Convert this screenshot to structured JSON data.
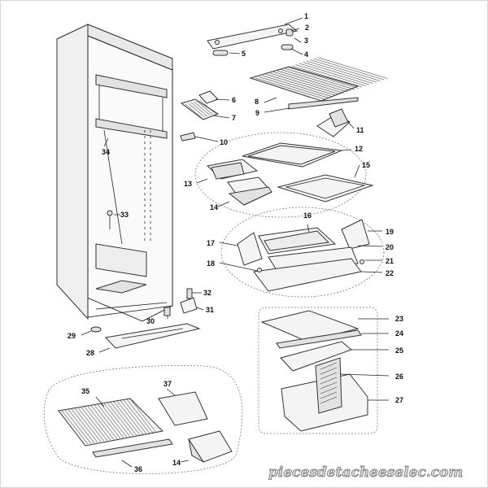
{
  "diagram": {
    "labels": [
      {
        "id": "lbl-1",
        "text": "1"
      },
      {
        "id": "lbl-2",
        "text": "2"
      },
      {
        "id": "lbl-3",
        "text": "3"
      },
      {
        "id": "lbl-4",
        "text": "4"
      },
      {
        "id": "lbl-5",
        "text": "5"
      },
      {
        "id": "lbl-6",
        "text": "6"
      },
      {
        "id": "lbl-7",
        "text": "7"
      },
      {
        "id": "lbl-8",
        "text": "8"
      },
      {
        "id": "lbl-9",
        "text": "9"
      },
      {
        "id": "lbl-10",
        "text": "10"
      },
      {
        "id": "lbl-11",
        "text": "11"
      },
      {
        "id": "lbl-12",
        "text": "12"
      },
      {
        "id": "lbl-13",
        "text": "13"
      },
      {
        "id": "lbl-14a",
        "text": "14"
      },
      {
        "id": "lbl-15",
        "text": "15"
      },
      {
        "id": "lbl-16",
        "text": "16"
      },
      {
        "id": "lbl-17",
        "text": "17"
      },
      {
        "id": "lbl-18",
        "text": "18"
      },
      {
        "id": "lbl-19",
        "text": "19"
      },
      {
        "id": "lbl-20",
        "text": "20"
      },
      {
        "id": "lbl-21",
        "text": "21"
      },
      {
        "id": "lbl-22",
        "text": "22"
      },
      {
        "id": "lbl-23",
        "text": "23"
      },
      {
        "id": "lbl-24",
        "text": "24"
      },
      {
        "id": "lbl-25",
        "text": "25"
      },
      {
        "id": "lbl-26",
        "text": "26"
      },
      {
        "id": "lbl-27",
        "text": "27"
      },
      {
        "id": "lbl-28",
        "text": "28"
      },
      {
        "id": "lbl-29",
        "text": "29"
      },
      {
        "id": "lbl-30",
        "text": "30"
      },
      {
        "id": "lbl-31",
        "text": "31"
      },
      {
        "id": "lbl-32",
        "text": "32"
      },
      {
        "id": "lbl-33",
        "text": "33"
      },
      {
        "id": "lbl-34",
        "text": "34"
      },
      {
        "id": "lbl-35",
        "text": "35"
      },
      {
        "id": "lbl-36",
        "text": "36"
      },
      {
        "id": "lbl-37",
        "text": "37"
      },
      {
        "id": "lbl-14b",
        "text": "14"
      }
    ],
    "watermark": "piecesdetacheeselec.com"
  }
}
